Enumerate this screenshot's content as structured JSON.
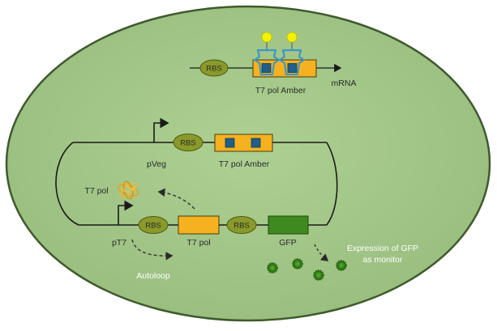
{
  "labels": {
    "rbs": "RBS",
    "t7_pol_amber": "T7 pol Amber",
    "mrna": "mRNA",
    "pveg": "pVeg",
    "t7_pol": "T7 pol",
    "pt7": "pT7",
    "gfp": "GFP",
    "autoloop": "Autoloop",
    "expression_line1": "Expression of GFP",
    "expression_line2": "as monitor"
  },
  "colors": {
    "cell_fill": "#a3c78a",
    "cell_stroke": "#3e5a2c",
    "rbs_fill": "#8a9a2a",
    "gene_fill": "#f5b11f",
    "gfp_fill": "#3f8a1f",
    "amber_site": "#1f5f8a",
    "trna_color": "#3b98c8",
    "trna_bead": "#f2f200",
    "line": "#1a1a1a"
  },
  "icons": {
    "promoter": "promoter-arrow-icon",
    "t7_polymerase": "t7-polymerase-icon",
    "gfp_molecule": "gfp-molecule-icon",
    "trna": "trna-icon"
  }
}
